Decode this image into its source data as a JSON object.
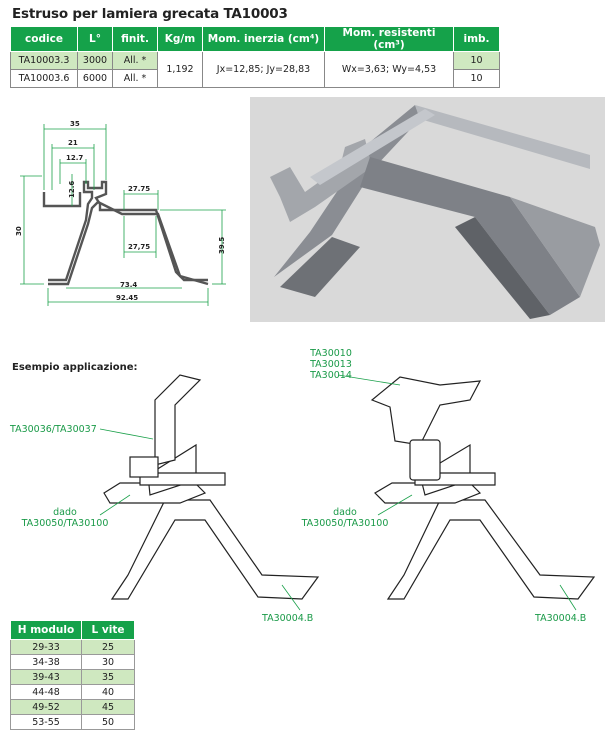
{
  "title": "Estruso per lamiera grecata TA10003",
  "spec_table": {
    "headers": [
      "codice",
      "L°",
      "finit.",
      "Kg/m",
      "Mom. inerzia (cm⁴)",
      "Mom. resistenti (cm³)",
      "imb."
    ],
    "rows": [
      {
        "codice": "TA10003.3",
        "L": "3000",
        "finit": "All. *",
        "imb": "10"
      },
      {
        "codice": "TA10003.6",
        "L": "6000",
        "finit": "All. *",
        "imb": "10"
      }
    ],
    "kgm": "1,192",
    "inerzia": "Jx=12,85; Jy=28,83",
    "resistenti": "Wx=3,63; Wy=4,53"
  },
  "drawing_dims": {
    "d35": "35",
    "d21": "21",
    "d127": "12.7",
    "d126": "12.6",
    "d2775a": "27.75",
    "d2775b": "27,75",
    "d30": "30",
    "d395": "39.5",
    "d734": "73.4",
    "d9245": "92.45"
  },
  "section_label": "Esempio applicazione:",
  "callouts": {
    "left_top": "TA30036/TA30037",
    "left_dado": "dado",
    "left_dado_code": "TA30050/TA30100",
    "right_top_1": "TA30010",
    "right_top_2": "TA30013",
    "right_top_3": "TA30014",
    "right_dado": "dado",
    "right_dado_code": "TA30050/TA30100",
    "left_bottom": "TA30004.B",
    "right_bottom": "TA30004.B"
  },
  "hm_table": {
    "headers": [
      "H modulo",
      "L vite"
    ],
    "rows": [
      [
        "29-33",
        "25"
      ],
      [
        "34-38",
        "30"
      ],
      [
        "39-43",
        "35"
      ],
      [
        "44-48",
        "40"
      ],
      [
        "49-52",
        "45"
      ],
      [
        "53-55",
        "50"
      ]
    ]
  },
  "colors": {
    "accent": "#15a24a",
    "row_tint": "#cfe8c0"
  }
}
